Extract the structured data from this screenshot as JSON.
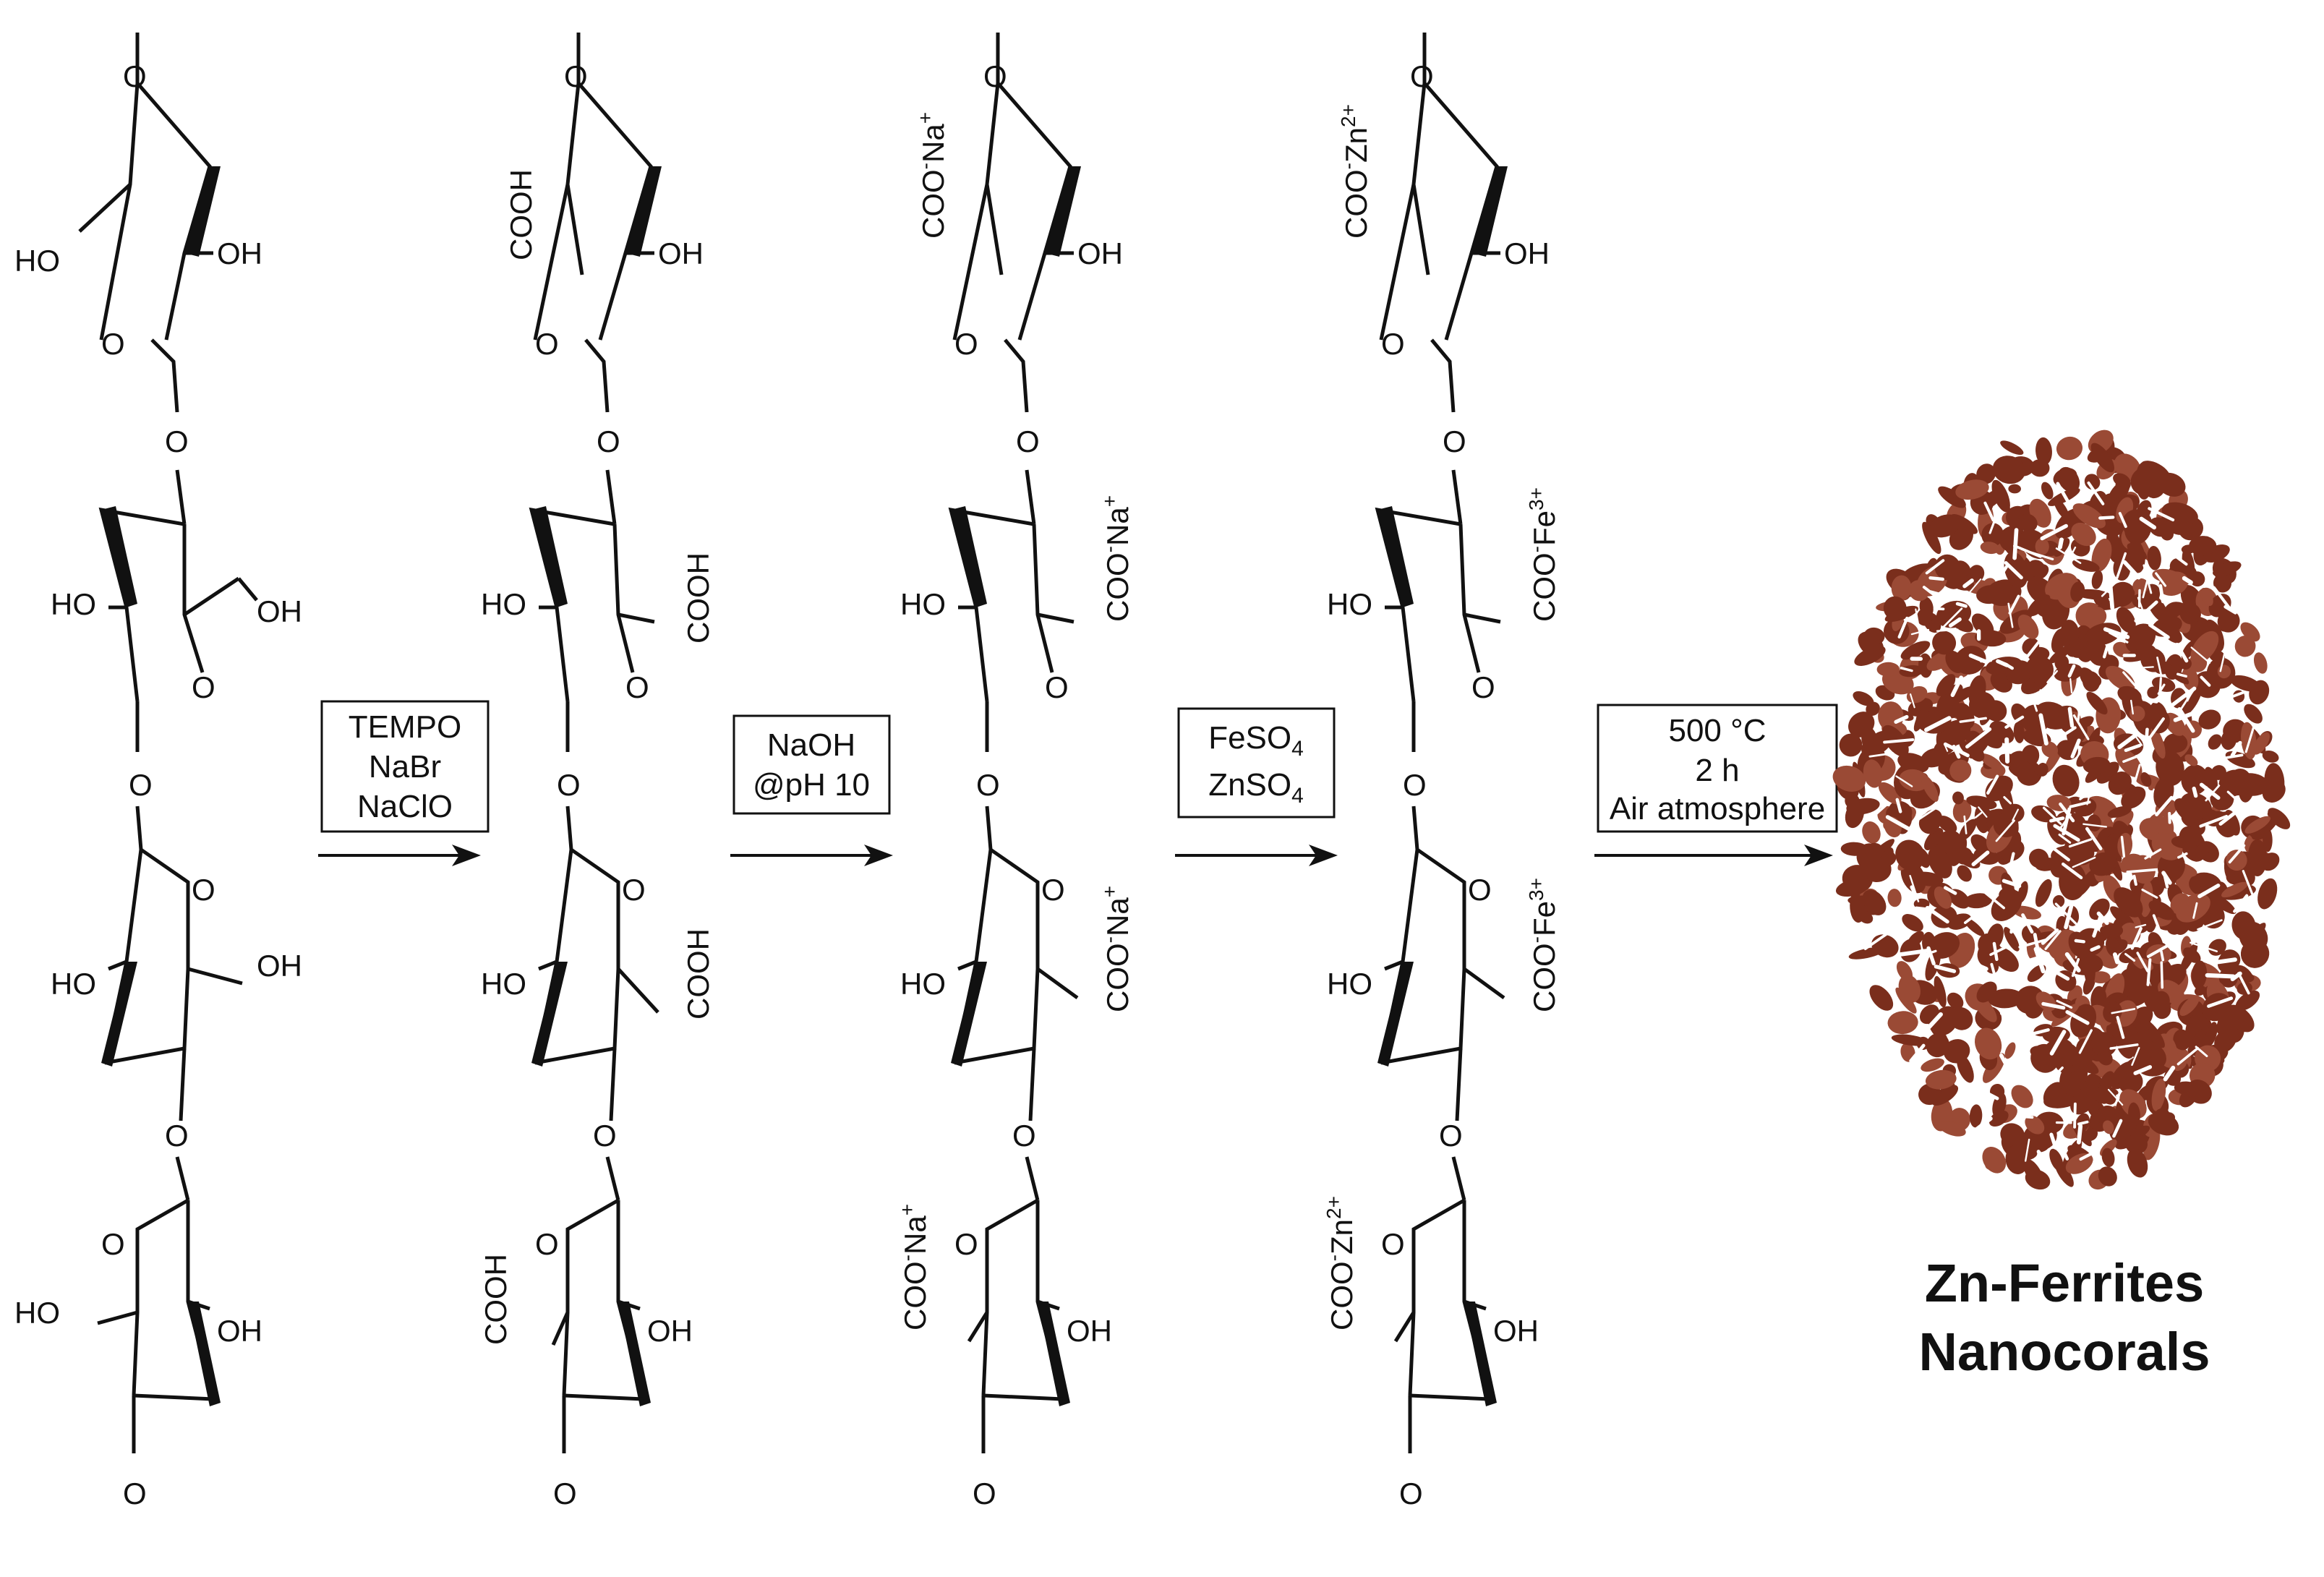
{
  "stages": [
    {
      "ring_labels": [
        {
          "o_top": "O",
          "o_ring": "O",
          "oh": "OH",
          "side": "HO",
          "link": "O"
        },
        {
          "oh": "HO",
          "side": "OH",
          "o_ring": "O",
          "link": "O"
        },
        {
          "oh": "HO",
          "side": "OH",
          "o_ring": "O",
          "link": "O"
        },
        {
          "side": "HO",
          "oh": "OH",
          "o_ring": "O",
          "o_bot": "O"
        }
      ]
    },
    {
      "ring_labels": [
        {
          "o_top": "O",
          "o_ring": "O",
          "oh": "OH",
          "side": "COOH",
          "link": "O"
        },
        {
          "oh": "HO",
          "side": "COOH",
          "o_ring": "O",
          "link": "O"
        },
        {
          "oh": "HO",
          "side": "COOH",
          "o_ring": "O",
          "link": "O"
        },
        {
          "side": "COOH",
          "oh": "OH",
          "o_ring": "O",
          "o_bot": "O"
        }
      ]
    },
    {
      "ring_labels": [
        {
          "o_top": "O",
          "o_ring": "O",
          "oh": "OH",
          "side": "COO-Na+",
          "link": "O"
        },
        {
          "oh": "HO",
          "side": "COO-Na+",
          "o_ring": "O",
          "link": "O"
        },
        {
          "oh": "HO",
          "side": "COO-Na+",
          "o_ring": "O",
          "link": "O"
        },
        {
          "side": "COO-Na+",
          "oh": "OH",
          "o_ring": "O",
          "o_bot": "O"
        }
      ]
    },
    {
      "ring_labels": [
        {
          "o_top": "O",
          "o_ring": "O",
          "oh": "OH",
          "side": "COO-Zn2+",
          "link": "O"
        },
        {
          "oh": "HO",
          "side": "COO-Fe3+",
          "o_ring": "O",
          "link": "O"
        },
        {
          "oh": "HO",
          "side": "COO-Fe3+",
          "o_ring": "O",
          "link": "O"
        },
        {
          "side": "COO-Zn2+",
          "oh": "OH",
          "o_ring": "O",
          "o_bot": "O"
        }
      ]
    }
  ],
  "steps": [
    {
      "lines": [
        "TEMPO",
        "NaBr",
        "NaClO"
      ]
    },
    {
      "lines": [
        "NaOH",
        "@pH 10"
      ]
    },
    {
      "lines": [
        "FeSO4",
        "ZnSO4"
      ]
    },
    {
      "lines": [
        "500 °C",
        "2 h",
        "Air atmosphere"
      ]
    }
  ],
  "product": {
    "line1": "Zn-Ferrites",
    "line2": "Nanocorals"
  },
  "colors": {
    "ink": "#111111",
    "coral": "#7a2e1c",
    "coral_light": "#9a4a35"
  }
}
